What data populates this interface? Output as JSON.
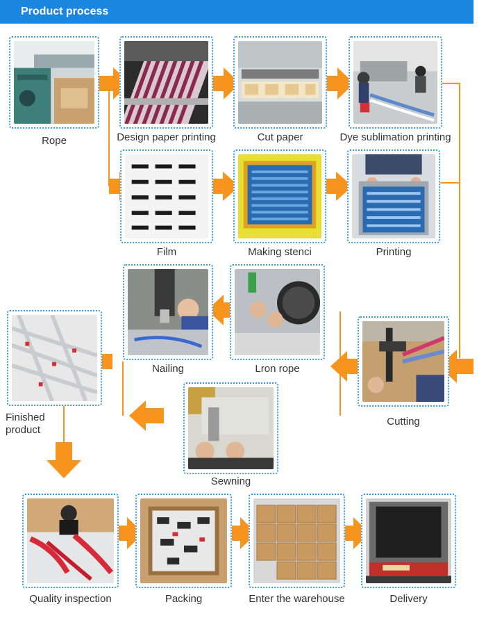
{
  "header": {
    "title": "Product process"
  },
  "colors": {
    "header": "#1a86e0",
    "arrow": "#f7941d",
    "frame_border": "#3a9be0"
  },
  "steps": [
    {
      "id": "rope",
      "label": "Rope"
    },
    {
      "id": "design-paper-printing",
      "label": "Design paper printing"
    },
    {
      "id": "cut-paper",
      "label": "Cut paper"
    },
    {
      "id": "dye-sublimation-printing",
      "label": "Dye sublimation printing"
    },
    {
      "id": "film",
      "label": "Film"
    },
    {
      "id": "making-stenci",
      "label": "Making stenci"
    },
    {
      "id": "printing",
      "label": "Printing"
    },
    {
      "id": "nailing",
      "label": "Nailing"
    },
    {
      "id": "lron-rope",
      "label": "Lron rope"
    },
    {
      "id": "finished-product",
      "label_lines": [
        "Finished",
        "product"
      ]
    },
    {
      "id": "cutting",
      "label": "Cutting"
    },
    {
      "id": "sewning",
      "label": "Sewning"
    },
    {
      "id": "quality-inspection",
      "label": "Quality inspection"
    },
    {
      "id": "packing",
      "label": "Packing"
    },
    {
      "id": "enter-the-warehouse",
      "label": "Enter the warehouse"
    },
    {
      "id": "delivery",
      "label": "Delivery"
    }
  ]
}
